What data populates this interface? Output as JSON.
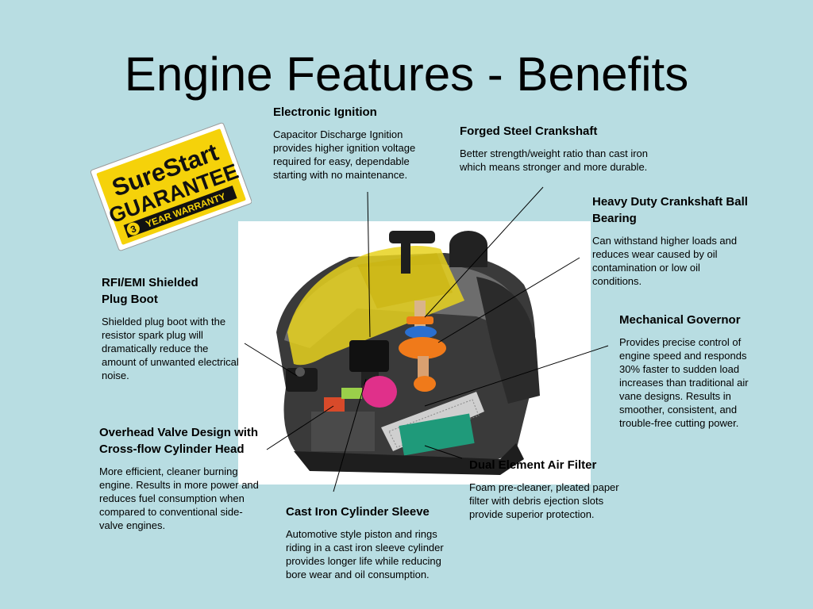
{
  "title": "Engine Features - Benefits",
  "badge": {
    "line1": "SureStart",
    "line2": "GUARANTEE",
    "years": "3",
    "warranty": "YEAR WARRANTY"
  },
  "callouts": {
    "electronic_ignition": {
      "heading": "Electronic Ignition",
      "body": "Capacitor Discharge Ignition provides higher ignition voltage required for easy, dependable starting with no maintenance."
    },
    "forged_crankshaft": {
      "heading": "Forged Steel Crankshaft",
      "body": "Better strength/weight ratio than cast iron which means stronger and more durable."
    },
    "ball_bearing": {
      "heading": "Heavy Duty Crankshaft Ball Bearing",
      "body": "Can withstand higher loads and reduces wear caused by oil contamination or low oil conditions."
    },
    "plug_boot": {
      "heading": "RFI/EMI Shielded Plug Boot",
      "body": "Shielded plug boot with the resistor spark plug will dramatically reduce the amount of unwanted electrical noise."
    },
    "governor": {
      "heading": "Mechanical Governor",
      "body": "Provides precise control of engine speed and responds 30% faster to sudden load increases than traditional air vane designs. Results in smoother, consistent, and trouble-free cutting power."
    },
    "overhead_valve": {
      "heading": "Overhead Valve Design with Cross-flow Cylinder Head",
      "body": "More efficient, cleaner burning engine. Results in more power and reduces fuel consumption when compared to conventional side-valve engines."
    },
    "cylinder_sleeve": {
      "heading": "Cast Iron Cylinder Sleeve",
      "body": "Automotive style piston and rings riding in a cast iron sleeve cylinder provides longer life while reducing bore wear and oil consumption."
    },
    "air_filter": {
      "heading": "Dual Element Air Filter",
      "body": "Foam pre-cleaner, pleated paper filter with debris ejection slots provide superior protection."
    }
  },
  "colors": {
    "background": "#b8dde2",
    "badge_yellow": "#f5d20a",
    "cover_yellow": "#e8d21e",
    "engine_dark": "#2b2b2b",
    "accent_orange": "#f07a1a",
    "accent_blue": "#2a6fd0",
    "accent_pink": "#e0308a",
    "filter_green": "#1f9a7a"
  }
}
